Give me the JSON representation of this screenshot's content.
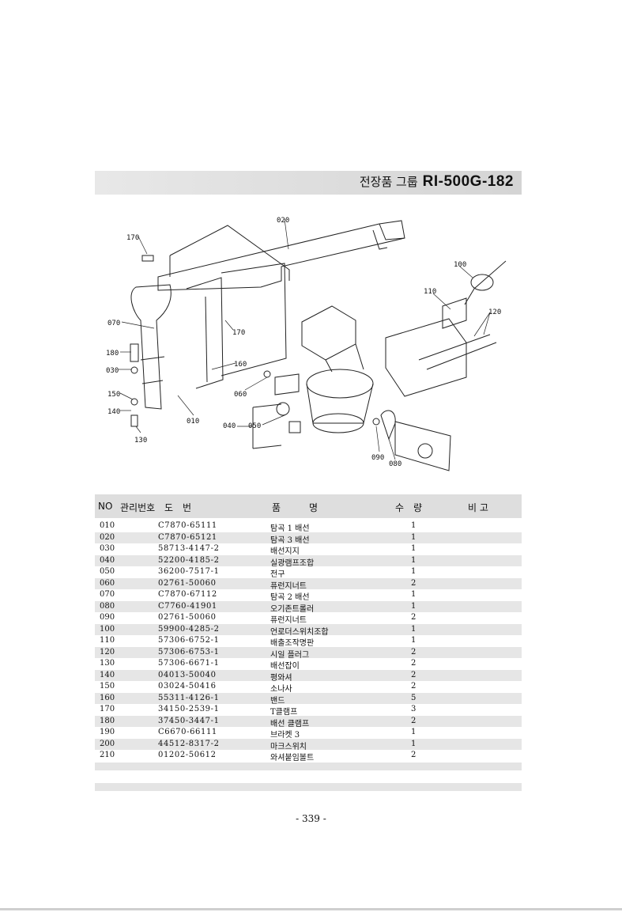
{
  "header": {
    "group": "전장품 그룹",
    "code": "RI-500G-182"
  },
  "diagram": {
    "labels": {
      "l010": "010",
      "l020": "020",
      "l030": "030",
      "l040": "040",
      "l050": "050",
      "l060": "060",
      "l070": "070",
      "l080": "080",
      "l090": "090",
      "l100": "100",
      "l110": "110",
      "l120": "120",
      "l130": "130",
      "l140": "140",
      "l150": "150",
      "l160": "160",
      "l170a": "170",
      "l170b": "170",
      "l180": "180"
    }
  },
  "table": {
    "headers": {
      "no": "NO",
      "mgmt": "관리번호",
      "drawing": "도　번",
      "name": "품　　　명",
      "qty": "수　량",
      "remark": "비 고"
    },
    "rows": [
      {
        "no": "010",
        "drawing": "C7870-65111",
        "name": "탐곡 1 배선",
        "qty": "1"
      },
      {
        "no": "020",
        "drawing": "C7870-65121",
        "name": "탐곡 3 배선",
        "qty": "1"
      },
      {
        "no": "030",
        "drawing": "58713-4147-2",
        "name": "배선지지",
        "qty": "1"
      },
      {
        "no": "040",
        "drawing": "52200-4185-2",
        "name": "실광램프조합",
        "qty": "1"
      },
      {
        "no": "050",
        "drawing": "36200-7517-1",
        "name": "전구",
        "qty": "1"
      },
      {
        "no": "060",
        "drawing": "02761-50060",
        "name": "퓨런지너트",
        "qty": "2"
      },
      {
        "no": "070",
        "drawing": "C7870-67112",
        "name": "탐곡 2 배선",
        "qty": "1"
      },
      {
        "no": "080",
        "drawing": "C7760-41901",
        "name": "오기존트롤러",
        "qty": "1"
      },
      {
        "no": "090",
        "drawing": "02761-50060",
        "name": "퓨런지너트",
        "qty": "2"
      },
      {
        "no": "100",
        "drawing": "59900-4285-2",
        "name": "언로더스위치조합",
        "qty": "1"
      },
      {
        "no": "110",
        "drawing": "57306-6752-1",
        "name": "배출조작명판",
        "qty": "1"
      },
      {
        "no": "120",
        "drawing": "57306-6753-1",
        "name": "시일 플러그",
        "qty": "2"
      },
      {
        "no": "130",
        "drawing": "57306-6671-1",
        "name": "배선잡이",
        "qty": "2"
      },
      {
        "no": "140",
        "drawing": "04013-50040",
        "name": "평와셔",
        "qty": "2"
      },
      {
        "no": "150",
        "drawing": "03024-50416",
        "name": "소나사",
        "qty": "2"
      },
      {
        "no": "160",
        "drawing": "55311-4126-1",
        "name": "밴드",
        "qty": "5"
      },
      {
        "no": "170",
        "drawing": "34150-2539-1",
        "name": "T클램프",
        "qty": "3"
      },
      {
        "no": "180",
        "drawing": "37450-3447-1",
        "name": "배선 클램프",
        "qty": "2"
      },
      {
        "no": "190",
        "drawing": "C6670-66111",
        "name": "브라켓 3",
        "qty": "1"
      },
      {
        "no": "200",
        "drawing": "44512-8317-2",
        "name": "마크스위치",
        "qty": "1"
      },
      {
        "no": "210",
        "drawing": "01202-50612",
        "name": "와셔붙임볼트",
        "qty": "2"
      }
    ]
  },
  "page_number": "- 339 -"
}
